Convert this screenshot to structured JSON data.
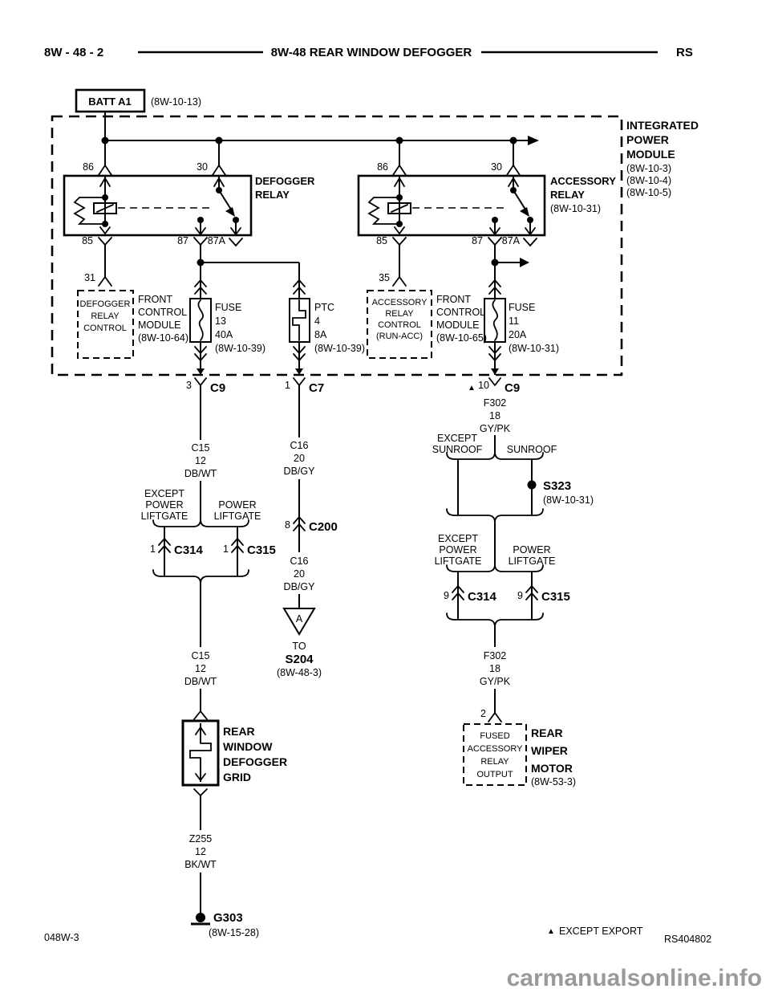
{
  "header": {
    "page_code": "8W - 48 - 2",
    "title": "8W-48 REAR WINDOW DEFOGGER",
    "platform": "RS"
  },
  "battery_feed": {
    "label": "BATT A1",
    "ref": "(8W-10-13)"
  },
  "ipm": {
    "name": [
      "INTEGRATED",
      "POWER",
      "MODULE"
    ],
    "refs": [
      "(8W-10-3)",
      "(8W-10-4)",
      "(8W-10-5)"
    ]
  },
  "defogger_relay": {
    "name": [
      "DEFOGGER",
      "RELAY"
    ],
    "pins": {
      "coil_top": "86",
      "switch_top": "30",
      "coil_bottom": "85",
      "output": "87",
      "nc": "87A"
    }
  },
  "accessory_relay": {
    "name": [
      "ACCESSORY",
      "RELAY"
    ],
    "ref": "(8W-10-31)",
    "pins": {
      "coil_top": "86",
      "switch_top": "30",
      "coil_bottom": "85",
      "output": "87",
      "nc": "87A"
    }
  },
  "defogger_relay_control": {
    "pin": "31",
    "box": [
      "DEFOGGER",
      "RELAY",
      "CONTROL"
    ],
    "module": [
      "FRONT",
      "CONTROL",
      "MODULE",
      "(8W-10-64)"
    ]
  },
  "accessory_relay_control": {
    "pin": "35",
    "box": [
      "ACCESSORY",
      "RELAY",
      "CONTROL",
      "(RUN-ACC)"
    ],
    "module": [
      "FRONT",
      "CONTROL",
      "MODULE",
      "(8W-10-65)"
    ]
  },
  "fuse_13": {
    "label": [
      "FUSE",
      "13",
      "40A",
      "(8W-10-39)"
    ]
  },
  "ptc_4": {
    "label": [
      "PTC",
      "4",
      "8A",
      "(8W-10-39)"
    ]
  },
  "fuse_11": {
    "label": [
      "FUSE",
      "11",
      "20A",
      "(8W-10-31)"
    ]
  },
  "ipm_connectors": {
    "c9_left": {
      "pin": "3",
      "name": "C9"
    },
    "c7": {
      "pin": "1",
      "name": "C7"
    },
    "c9_right": {
      "pin": "10",
      "name": "C9",
      "marker": "▲"
    }
  },
  "wires": {
    "c15_upper": [
      "C15",
      "12",
      "DB/WT"
    ],
    "c15_lower": [
      "C15",
      "12",
      "DB/WT"
    ],
    "c16_upper": [
      "C16",
      "20",
      "DB/GY"
    ],
    "c16_lower": [
      "C16",
      "20",
      "DB/GY"
    ],
    "f302_upper": [
      "F302",
      "18",
      "GY/PK"
    ],
    "f302_lower": [
      "F302",
      "18",
      "GY/PK"
    ],
    "z255": [
      "Z255",
      "12",
      "BK/WT"
    ]
  },
  "splits": {
    "liftgate_left": {
      "left": [
        "EXCEPT",
        "POWER",
        "LIFTGATE"
      ],
      "right": [
        "POWER",
        "LIFTGATE"
      ]
    },
    "sunroof": {
      "left": [
        "EXCEPT",
        "SUNROOF"
      ],
      "right": [
        "SUNROOF"
      ]
    },
    "liftgate_right": {
      "left": [
        "EXCEPT",
        "POWER",
        "LIFTGATE"
      ],
      "right": [
        "POWER",
        "LIFTGATE"
      ]
    }
  },
  "inline_connectors": {
    "c314_left": {
      "pin": "1",
      "name": "C314"
    },
    "c315_left": {
      "pin": "1",
      "name": "C315"
    },
    "c200": {
      "pin": "8",
      "name": "C200"
    },
    "c314_right": {
      "pin": "9",
      "name": "C314"
    },
    "c315_right": {
      "pin": "9",
      "name": "C315"
    }
  },
  "splice_s323": {
    "name": "S323",
    "ref": "(8W-10-31)"
  },
  "offpage_connector": {
    "letter": "A",
    "prefix": "TO",
    "target": "S204",
    "ref": "(8W-48-3)"
  },
  "defogger_grid": {
    "name": [
      "REAR",
      "WINDOW",
      "DEFOGGER",
      "GRID"
    ]
  },
  "ground": {
    "name": "G303",
    "ref": "(8W-15-28)"
  },
  "rear_wiper_motor": {
    "pin": "2",
    "box": [
      "FUSED",
      "ACCESSORY",
      "RELAY",
      "OUTPUT"
    ],
    "name": [
      "REAR",
      "WIPER",
      "MOTOR"
    ],
    "ref": "(8W-53-3)"
  },
  "footer": {
    "sheet_code": "048W-3",
    "note_marker": "▲",
    "note": "EXCEPT EXPORT",
    "doc_code": "RS404802"
  },
  "watermark": "carmanualsonline.info"
}
